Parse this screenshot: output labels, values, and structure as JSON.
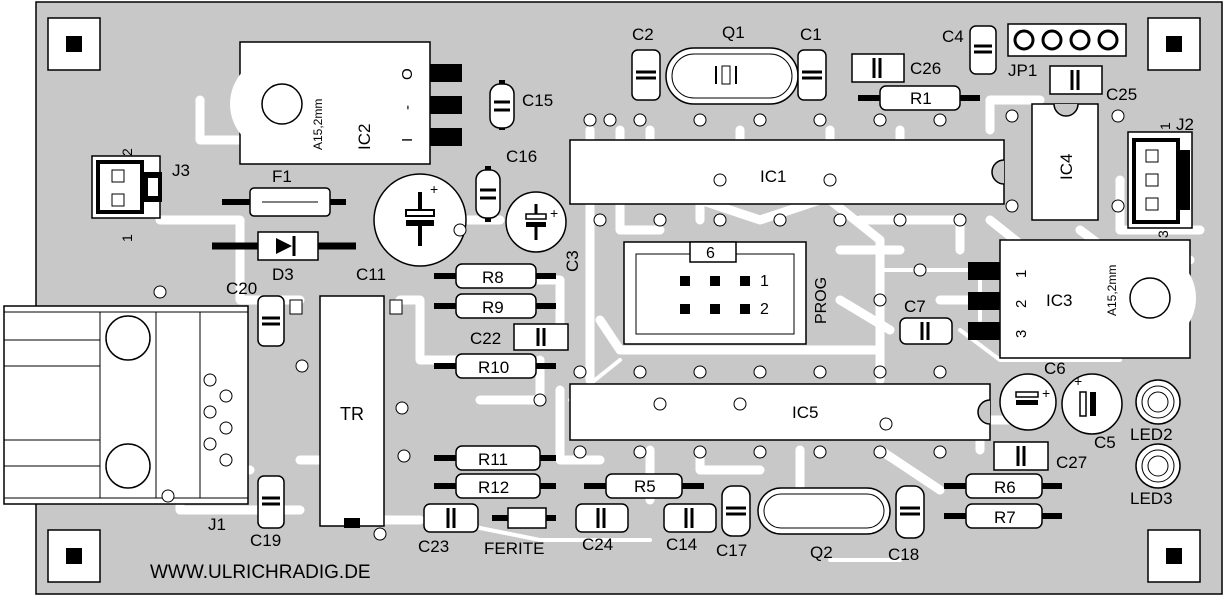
{
  "board": {
    "website": "WWW.ULRICHRADIG.DE",
    "colors": {
      "board": "#c8c8c8",
      "trace": "#ffffff",
      "outline": "#000000",
      "silk": "#000000"
    }
  },
  "connectors": {
    "j1": "J1",
    "j2": "J2",
    "j3": "J3",
    "jp1": "JP1",
    "prog": "PROG",
    "prog_pin_6": "6",
    "prog_pin_1": "1",
    "prog_pin_2": "2",
    "j2_pin_1": "1",
    "j3_pin_1": "1",
    "j3_pin_2": "2"
  },
  "ics": {
    "ic1": "IC1",
    "ic2": "IC2",
    "ic3": "IC3",
    "ic4": "IC4",
    "ic5": "IC5",
    "tr": "TR",
    "ic2_dim": "A15,2mm",
    "ic3_dim": "A15,2mm",
    "ic2_pin_o": "O",
    "ic2_pin_dash": "-",
    "ic2_pin_i": "I",
    "ic3_pin_1": "1",
    "ic3_pin_2": "2",
    "ic3_pin_3": "3",
    "ic3_corner": "3"
  },
  "resistors": {
    "r1": "R1",
    "r5": "R5",
    "r6": "R6",
    "r7": "R7",
    "r8": "R8",
    "r9": "R9",
    "r10": "R10",
    "r11": "R11",
    "r12": "R12"
  },
  "capacitors": {
    "c1": "C1",
    "c2": "C2",
    "c3": "C3",
    "c4": "C4",
    "c5": "C5",
    "c6": "C6",
    "c7": "C7",
    "c11": "C11",
    "c14": "C14",
    "c15": "C15",
    "c16": "C16",
    "c17": "C17",
    "c18": "C18",
    "c19": "C19",
    "c20": "C20",
    "c22": "C22",
    "c23": "C23",
    "c24": "C24",
    "c25": "C25",
    "c26": "C26",
    "c27": "C27"
  },
  "others": {
    "q1": "Q1",
    "q2": "Q2",
    "f1": "F1",
    "d3": "D3",
    "ferite": "FERITE",
    "led2": "LED2",
    "led3": "LED3",
    "plus": "+"
  }
}
